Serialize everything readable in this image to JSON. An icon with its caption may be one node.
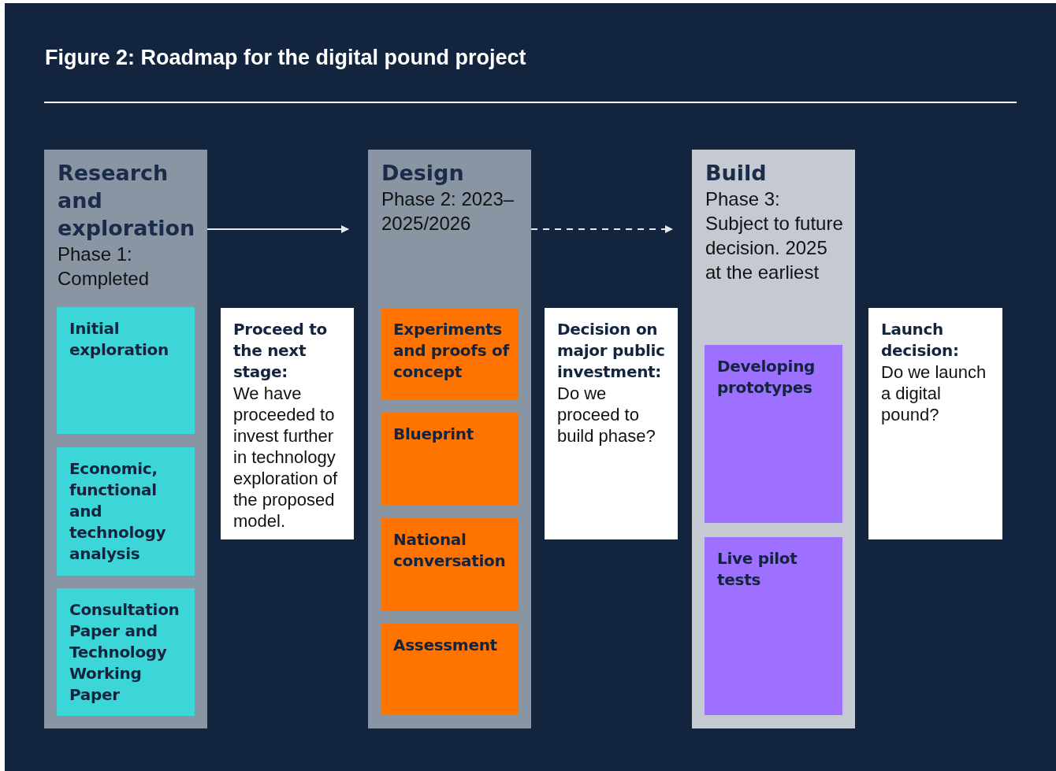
{
  "diagram": {
    "title": "Figure 2: Roadmap for the digital pound project",
    "nodes": [
      {
        "text": [
          "Research and exploration",
          "Phase 1: Completed"
        ]
      },
      {
        "text": [
          "Initial exploration"
        ],
        "in": 0
      },
      {
        "text": [
          "Economic, functional and technology analysis"
        ],
        "in": 0
      },
      {
        "text": [
          "Consultation Paper and Technology Working Paper"
        ],
        "in": 0
      },
      {
        "text": [
          "Proceed to the next stage:",
          "We have proceeded to invest further in technology exploration of the proposed model."
        ]
      },
      {
        "text": [
          "Design",
          "Phase 2: 2023– 2025/2026"
        ]
      },
      {
        "text": [
          "Experiments and proofs of concept"
        ],
        "in": 5
      },
      {
        "text": [
          "Blueprint"
        ],
        "in": 5
      },
      {
        "text": [
          "National conversation"
        ],
        "in": 5
      },
      {
        "text": [
          "Assessment"
        ],
        "in": 5
      },
      {
        "text": [
          "Decision on major public investment:",
          "Do we proceed to build phase?"
        ]
      },
      {
        "text": [
          "Build",
          "Phase 3: Subject to future decision. 2025 at the earliest"
        ]
      },
      {
        "text": [
          "Developing prototypes"
        ],
        "in": 11
      },
      {
        "text": [
          "Live pilot tests"
        ],
        "in": 11
      },
      {
        "text": [
          "Launch decision:",
          "Do we launch a digital pound?"
        ]
      }
    ],
    "edges": [
      {
        "from": 0,
        "to": 5,
        "arrow": "to"
      },
      {
        "from": 5,
        "to": 11,
        "arrow": "to",
        "style": "dashed"
      }
    ]
  }
}
